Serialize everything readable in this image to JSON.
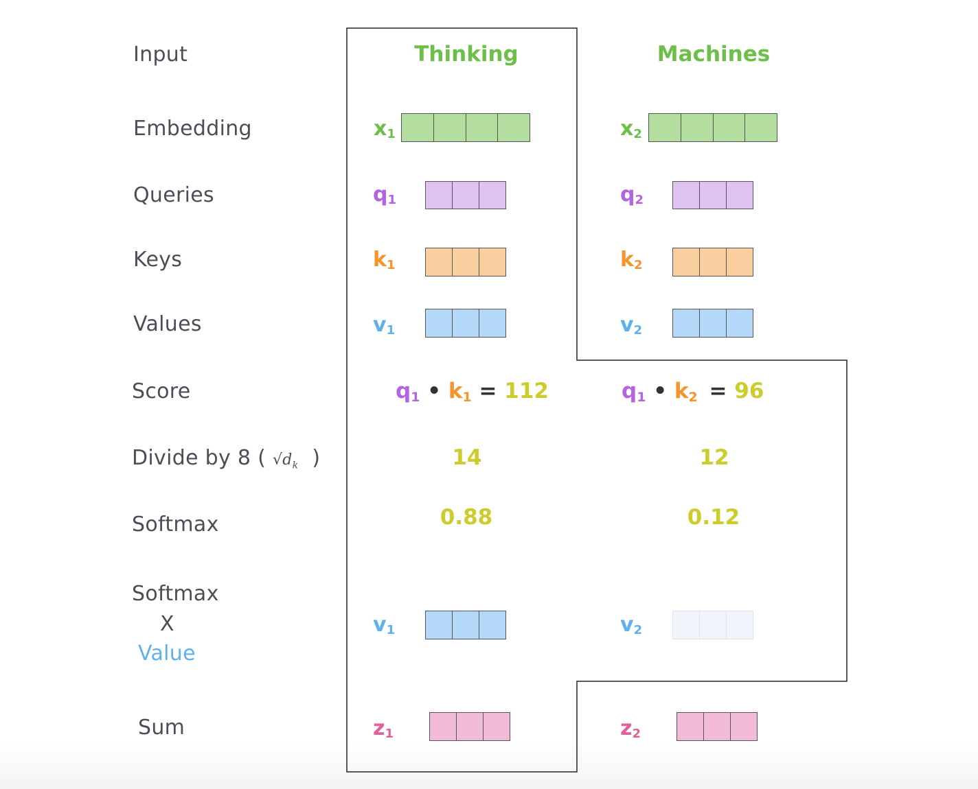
{
  "rows": {
    "input": "Input",
    "embedding": "Embedding",
    "queries": "Queries",
    "keys": "Keys",
    "values": "Values",
    "score": "Score",
    "divide_prefix": "Divide by 8 (",
    "divide_sqrt": "√d",
    "divide_sqrt_sub": "k",
    "divide_suffix": ")",
    "softmax": "Softmax",
    "softmax_x_value_1": "Softmax",
    "softmax_x_value_2": "X",
    "softmax_x_value_3": "Value",
    "sum": "Sum"
  },
  "words": [
    "Thinking",
    "Machines"
  ],
  "vectors": {
    "x1": {
      "base": "x",
      "sub": "1"
    },
    "x2": {
      "base": "x",
      "sub": "2"
    },
    "q1": {
      "base": "q",
      "sub": "1"
    },
    "q2": {
      "base": "q",
      "sub": "2"
    },
    "k1": {
      "base": "k",
      "sub": "1"
    },
    "k2": {
      "base": "k",
      "sub": "2"
    },
    "v1": {
      "base": "v",
      "sub": "1"
    },
    "v2": {
      "base": "v",
      "sub": "2"
    },
    "z1": {
      "base": "z",
      "sub": "1"
    },
    "z2": {
      "base": "z",
      "sub": "2"
    }
  },
  "score": {
    "left": {
      "q": "q",
      "q_sub": "1",
      "dot": "•",
      "k": "k",
      "k_sub": "1",
      "eq": "=",
      "value": "112"
    },
    "right": {
      "q": "q",
      "q_sub": "1",
      "dot": "•",
      "k": "k",
      "k_sub": "2",
      "eq": "=",
      "value": "96"
    }
  },
  "divided": [
    "14",
    "12"
  ],
  "softmax": [
    "0.88",
    "0.12"
  ],
  "colors": {
    "embedding": "#b3dea0",
    "query": "#dfc2f0",
    "key": "#f9cfa0",
    "value": "#b4d8f8",
    "value_faded": "#f1f6fc",
    "sum": "#f2bcd9",
    "word": "#6cc04a",
    "number": "#cccc2a"
  }
}
